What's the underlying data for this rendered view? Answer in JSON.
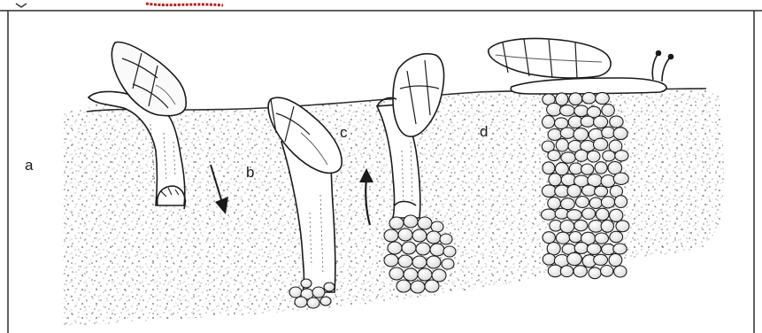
{
  "labels": {
    "a": "a",
    "b": "b",
    "c": "c",
    "d": "d"
  },
  "colors": {
    "ink": "#1a1a1a",
    "border": "#2b2b2b",
    "stamp": "#b22222",
    "soil_speckle": "#7a7a7a",
    "background": "#ffffff"
  }
}
